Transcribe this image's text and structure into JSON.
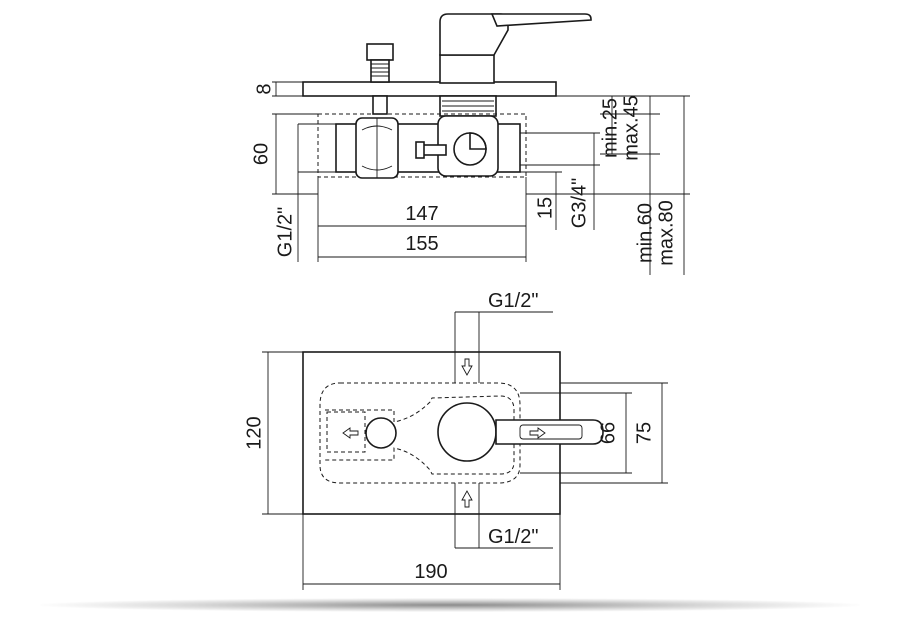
{
  "side_view": {
    "dim_plate": "8",
    "dim_height": "60",
    "dim_g12": "G1/2\"",
    "dim_147": "147",
    "dim_155": "155",
    "dim_15": "15",
    "dim_g34": "G3/4\"",
    "dim_min25": "min.25",
    "dim_max45": "max.45",
    "dim_min60": "min.60",
    "dim_max80": "max.80"
  },
  "top_view": {
    "dim_g12_top": "G1/2\"",
    "dim_g12_bottom": "G1/2\"",
    "dim_120": "120",
    "dim_66": "66",
    "dim_75": "75",
    "dim_190": "190"
  }
}
